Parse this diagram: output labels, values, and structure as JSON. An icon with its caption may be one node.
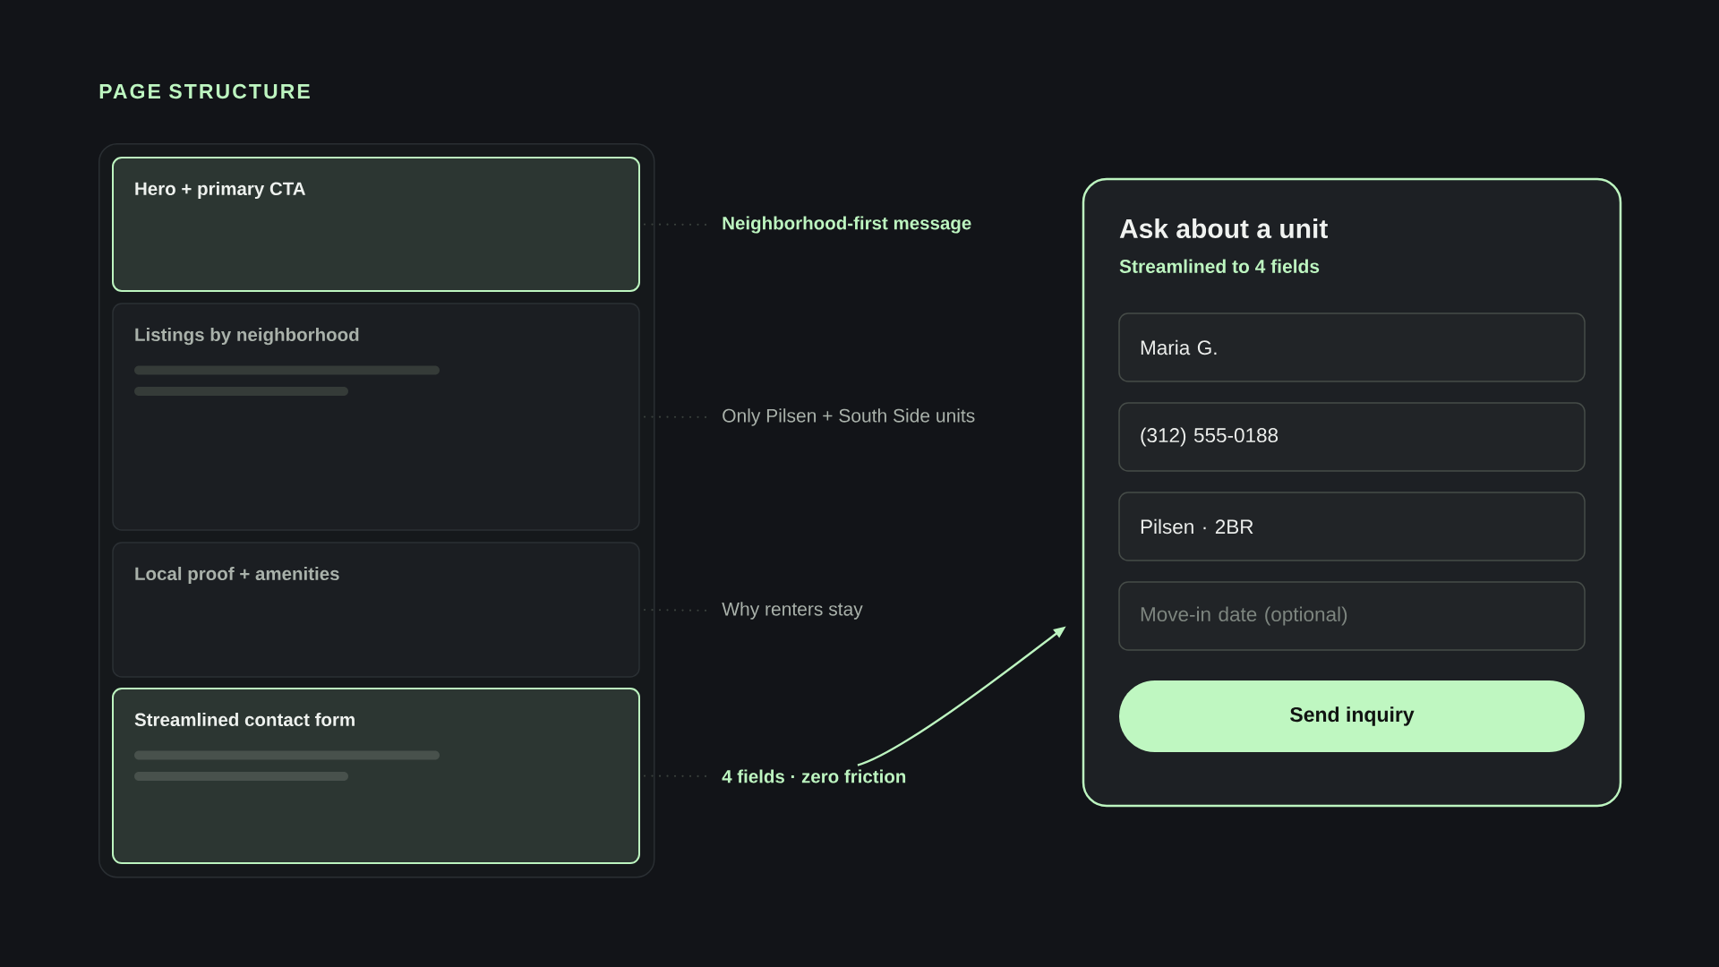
{
  "diagram": {
    "title": "PAGE STRUCTURE",
    "nodes": [
      {
        "text": [],
        "shape": "box"
      },
      {
        "text": [
          "Hero + primary CTA"
        ],
        "in": 0
      },
      {
        "text": [
          "Listings by neighborhood"
        ],
        "in": 0
      },
      {
        "text": [
          "Local proof + amenities"
        ],
        "in": 0
      },
      {
        "text": [
          "Streamlined contact form"
        ],
        "in": 0
      },
      {
        "text": [
          "Neighborhood-first message"
        ]
      },
      {
        "text": [
          "Only Pilsen + South Side units"
        ]
      },
      {
        "text": [
          "Why renters stay"
        ]
      },
      {
        "text": [
          "4 fields · zero friction"
        ]
      },
      {
        "text": [
          "Ask about a unit",
          "Streamlined to 4 fields"
        ]
      },
      {
        "text": [
          "Maria G."
        ],
        "in": 9
      },
      {
        "text": [
          "(312) 555-0188"
        ],
        "in": 9
      },
      {
        "text": [
          "Pilsen · 2BR"
        ],
        "in": 9
      },
      {
        "text": [
          "Move-in date (optional)"
        ],
        "in": 9
      },
      {
        "text": [
          "Send inquiry"
        ],
        "in": 9
      }
    ],
    "edges": [
      {
        "from": 1,
        "to": 5,
        "arrow": "none",
        "style": "dashed"
      },
      {
        "from": 2,
        "to": 6,
        "arrow": "none",
        "style": "dashed"
      },
      {
        "from": 3,
        "to": 7,
        "arrow": "none",
        "style": "dashed"
      },
      {
        "from": 4,
        "to": 8,
        "arrow": "none",
        "style": "dashed"
      },
      {
        "from": 8,
        "to": 9,
        "arrow": "to",
        "color": "#bdf5c0"
      }
    ]
  }
}
